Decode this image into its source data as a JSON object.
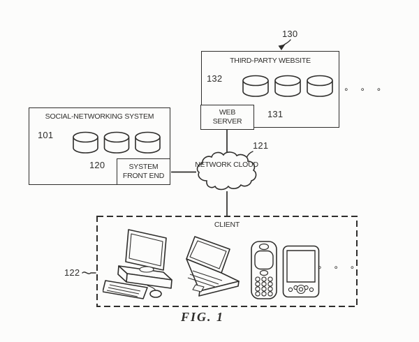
{
  "colors": {
    "ink": "#2e2d2b",
    "paper": "#fcfcfb"
  },
  "figure": {
    "caption": "FIG. 1"
  },
  "third_party_website": {
    "title": "THIRD-PARTY WEBSITE",
    "ref": "130",
    "databases_ref": "132",
    "web_server": {
      "label": "WEB SERVER",
      "ref": "131"
    },
    "ellipsis": "∘ ∘ ∘"
  },
  "social_networking_system": {
    "title": "SOCIAL-NETWORKING SYSTEM",
    "databases_ref": "101",
    "system_front_end": {
      "label": "SYSTEM FRONT END",
      "ref": "120"
    }
  },
  "network_cloud": {
    "label": "NETWORK CLOUD",
    "ref": "121"
  },
  "client": {
    "title": "CLIENT",
    "ref": "122",
    "ellipsis": "∘ ∘ ∘",
    "device_icons": [
      "desktop-computer-icon",
      "laptop-icon",
      "flip-phone-icon",
      "handheld-pda-icon"
    ]
  }
}
